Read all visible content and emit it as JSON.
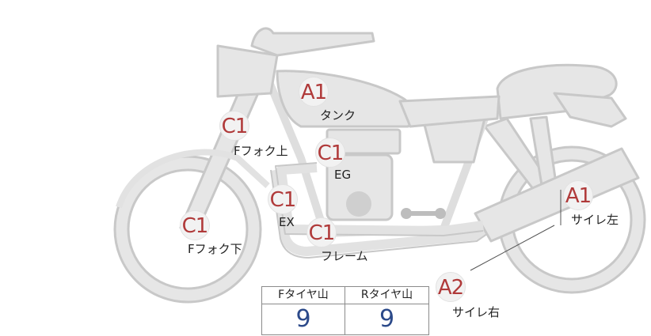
{
  "motorcycle_diagram": {
    "parts": {
      "tank": {
        "grade": "A1",
        "label": "タンク"
      },
      "ffork_up": {
        "grade": "C1",
        "label": "Fフォク上"
      },
      "eg": {
        "grade": "C1",
        "label": "EG"
      },
      "ex": {
        "grade": "C1",
        "label": "EX"
      },
      "ffork_low": {
        "grade": "C1",
        "label": "Fフォク下"
      },
      "frame": {
        "grade": "C1",
        "label": "フレーム"
      },
      "muffler_l": {
        "grade": "A1",
        "label": "サイレ左"
      },
      "muffler_r": {
        "grade": "A2",
        "label": "サイレ右"
      }
    },
    "tire_table": {
      "front_header": "Fタイヤ山",
      "rear_header": "Rタイヤ山",
      "front_value": "9",
      "rear_value": "9"
    },
    "colors": {
      "grade_text": "#b03a3a",
      "bike_fill": "#e6e6e6",
      "bike_stroke": "#c4c4c4",
      "value_text": "#2c4a8a"
    }
  }
}
